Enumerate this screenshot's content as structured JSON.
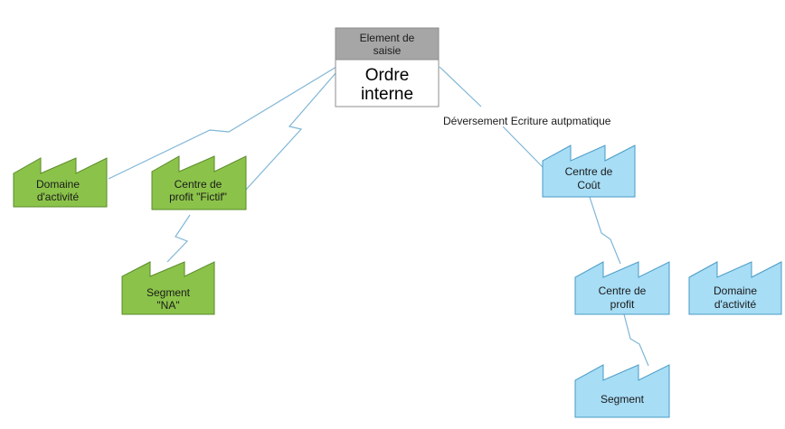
{
  "colors": {
    "green_fill": "#8bc34a",
    "green_stroke": "#5a8a2a",
    "blue_fill": "#a7ddf5",
    "blue_stroke": "#4a9bc6",
    "connector": "#7fb6d6",
    "header_gray": "#a6a6a6"
  },
  "entry": {
    "header": "Element de saisie",
    "header_line1": "Element de",
    "header_line2": "saisie",
    "title_line1": "Ordre",
    "title_line2": "interne"
  },
  "edge_label": "Déversement Ecriture autpmatique",
  "left": {
    "domaine": {
      "line1": "Domaine",
      "line2": "d'activité"
    },
    "centre_profit": {
      "line1": "Centre de",
      "line2": "profit \"Fictif\""
    },
    "segment": {
      "line1": "Segment",
      "line2": "\"NA\""
    }
  },
  "right": {
    "centre_cout": {
      "line1": "Centre de",
      "line2": "Coût"
    },
    "centre_profit": {
      "line1": "Centre de",
      "line2": "profit"
    },
    "domaine": {
      "line1": "Domaine",
      "line2": "d'activité"
    },
    "segment": {
      "line1": "Segment"
    }
  }
}
